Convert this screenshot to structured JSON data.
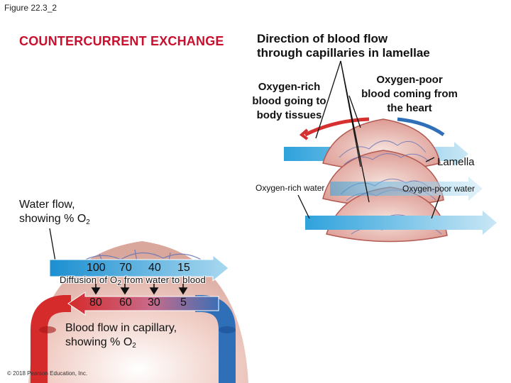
{
  "figure_label": "Figure 22.3_2",
  "title": "COUNTERCURRENT EXCHANGE",
  "direction_label": [
    "Direction of blood flow",
    "through capillaries in lamellae"
  ],
  "oxygen_rich_blood": [
    "Oxygen-rich",
    "blood going to",
    "body tissues"
  ],
  "oxygen_poor_blood": [
    "Oxygen-poor",
    "blood coming from",
    "the heart"
  ],
  "lamella_label": "Lamella",
  "oxygen_rich_water": "Oxygen-rich water",
  "oxygen_poor_water": "Oxygen-poor water",
  "water_flow_label": {
    "line1": "Water flow,",
    "line2_prefix": "showing % O",
    "subscript": "2"
  },
  "water_o2_values": [
    "100",
    "70",
    "40",
    "15"
  ],
  "diffusion_label": {
    "prefix": "Diffusion of O",
    "subscript": "2",
    "suffix": " from water to blood"
  },
  "blood_o2_values": [
    "80",
    "60",
    "30",
    "5"
  ],
  "blood_flow_label": {
    "line1": "Blood flow in capillary,",
    "line2_prefix": "showing % O",
    "subscript": "2"
  },
  "copyright": "© 2018 Pearson Education, Inc.",
  "colors": {
    "title": "#c8102e",
    "water_arrow": "#3aa6d8",
    "artery": "#d62b2b",
    "vein": "#2f6fb8",
    "tissue": "#e6b9b0"
  }
}
